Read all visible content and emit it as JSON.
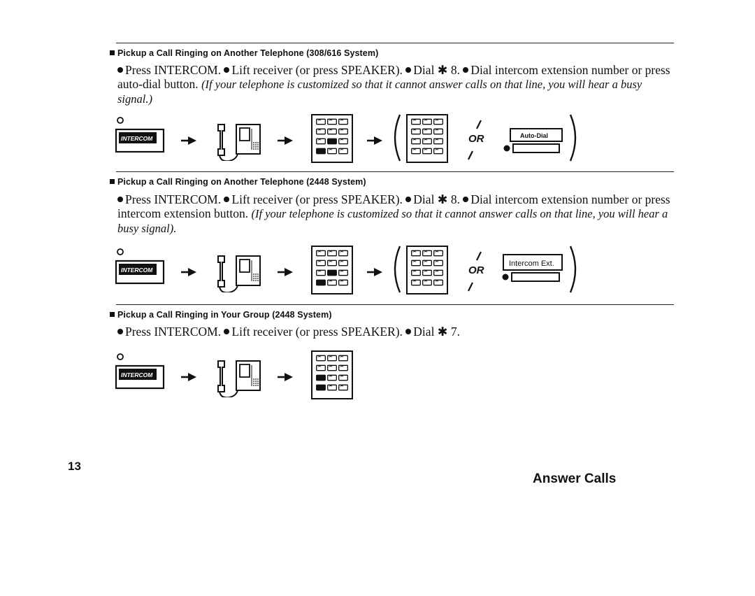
{
  "page": {
    "number": "13",
    "footer_title": "Answer Calls"
  },
  "sections": [
    {
      "heading": "Pickup a Call Ringing on Another Telephone (308/616 System)",
      "steps": [
        "Press INTERCOM.",
        "Lift receiver (or press SPEAKER).",
        "Dial ✱ 8.",
        "Dial intercom extension number or press auto-dial button."
      ],
      "note": "(If your telephone is customized so that it cannot answer calls on that line, you will hear a busy signal.)",
      "diagram": {
        "button_label": "INTERCOM",
        "or_label": "OR",
        "alt_button_label": "Auto-Dial"
      }
    },
    {
      "heading": "Pickup a Call Ringing on Another Telephone (2448 System)",
      "steps": [
        "Press INTERCOM.",
        "Lift receiver (or press SPEAKER).",
        "Dial ✱ 8.",
        "Dial intercom extension number or press intercom extension button."
      ],
      "note": "(If your telephone is customized so that it cannot answer calls on that line, you will hear a busy signal).",
      "diagram": {
        "button_label": "INTERCOM",
        "or_label": "OR",
        "alt_button_label": "Intercom Ext."
      }
    },
    {
      "heading": "Pickup a Call Ringing in Your Group (2448 System)",
      "steps": [
        "Press INTERCOM.",
        "Lift receiver (or press SPEAKER).",
        "Dial ✱ 7."
      ],
      "diagram": {
        "button_label": "INTERCOM"
      }
    }
  ]
}
